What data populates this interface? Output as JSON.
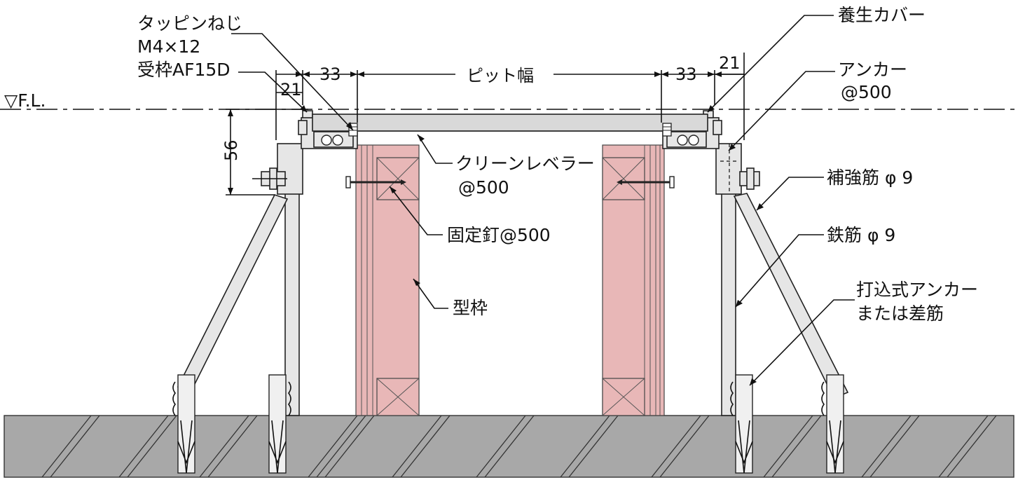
{
  "labels": {
    "tapping_screw": "タッピンねじ",
    "tapping_screw_size": "M4×12",
    "receiving_frame": "受枠AF15D",
    "fl": "▽F.L.",
    "cure_cover": "養生カバー",
    "anchor": "アンカー",
    "anchor_pitch": "@500",
    "clean_leveler": "クリーンレベラー",
    "clean_leveler_pitch": "@500",
    "fixing_nail": "固定釘@500",
    "formwork": "型枠",
    "reinforcing_bar": "補強筋 φ 9",
    "rebar": "鉄筋 φ 9",
    "driven_anchor": "打込式アンカー",
    "or_dowel": "または差筋"
  },
  "dimensions": {
    "left_21": "21",
    "left_33": "33",
    "pit_width": "ピット幅",
    "right_33": "33",
    "right_21": "21",
    "height_56": "56"
  },
  "colors": {
    "formwork": "#e8b7b7",
    "ground": "#a8a8a8",
    "steel": "#e6e6e6"
  }
}
